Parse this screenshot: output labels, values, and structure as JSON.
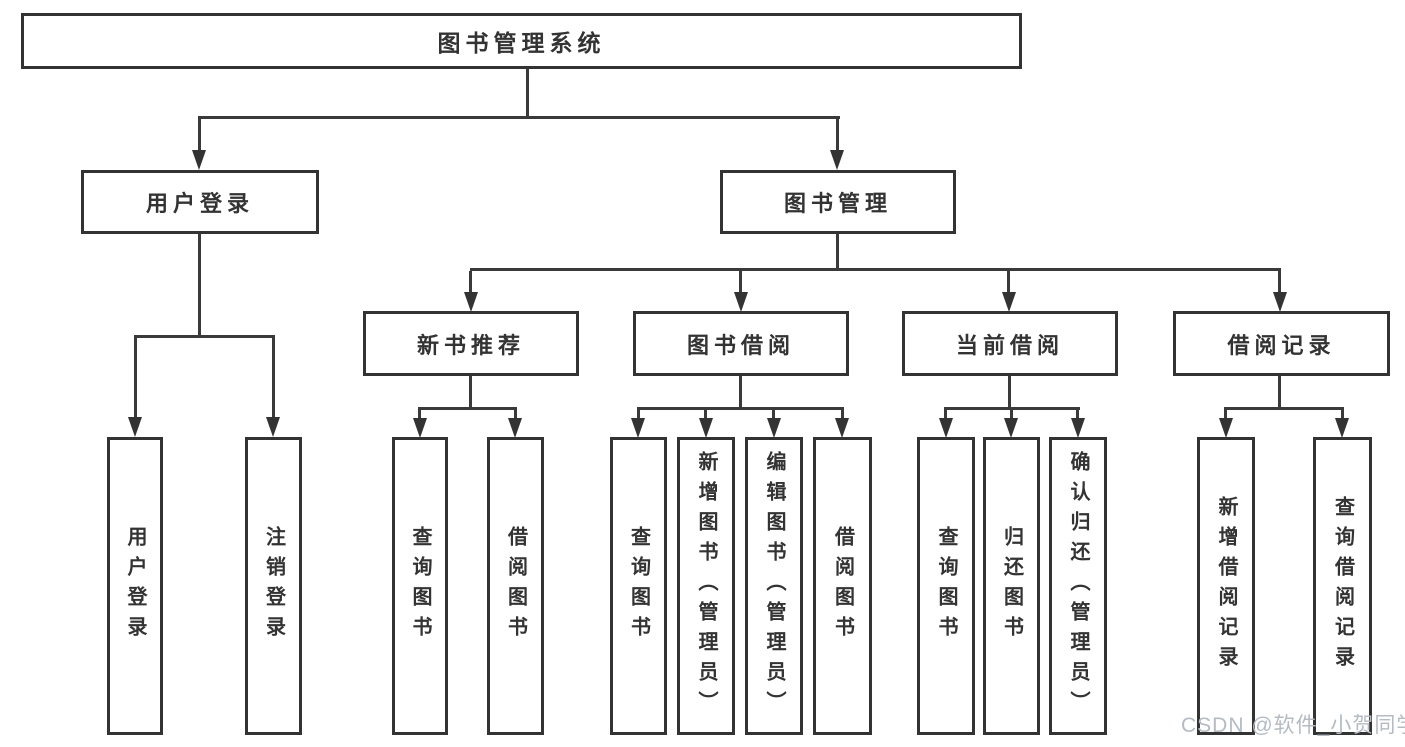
{
  "diagram": {
    "type": "tree",
    "root": {
      "label": "图书管理系统"
    },
    "branches": [
      {
        "label": "用户登录",
        "children": [
          {
            "label": "用户登录"
          },
          {
            "label": "注销登录"
          }
        ]
      },
      {
        "label": "图书管理",
        "children": [
          {
            "label": "新书推荐",
            "children": [
              {
                "label": "查询图书"
              },
              {
                "label": "借阅图书"
              }
            ]
          },
          {
            "label": "图书借阅",
            "children": [
              {
                "label": "查询图书"
              },
              {
                "label": "新增图书（管理员）"
              },
              {
                "label": "编辑图书（管理员）"
              },
              {
                "label": "借阅图书"
              }
            ]
          },
          {
            "label": "当前借阅",
            "children": [
              {
                "label": "查询图书"
              },
              {
                "label": "归还图书"
              },
              {
                "label": "确认归还（管理员）"
              }
            ]
          },
          {
            "label": "借阅记录",
            "children": [
              {
                "label": "新增借阅记录"
              },
              {
                "label": "查询借阅记录"
              }
            ]
          }
        ]
      }
    ]
  },
  "watermark": {
    "text": "CSDN @软件_小贺同学"
  },
  "colors": {
    "line": "#3a3a3a",
    "border": "#333333",
    "text": "#333333",
    "watermark": "#b5bbc3",
    "background": "#ffffff"
  }
}
